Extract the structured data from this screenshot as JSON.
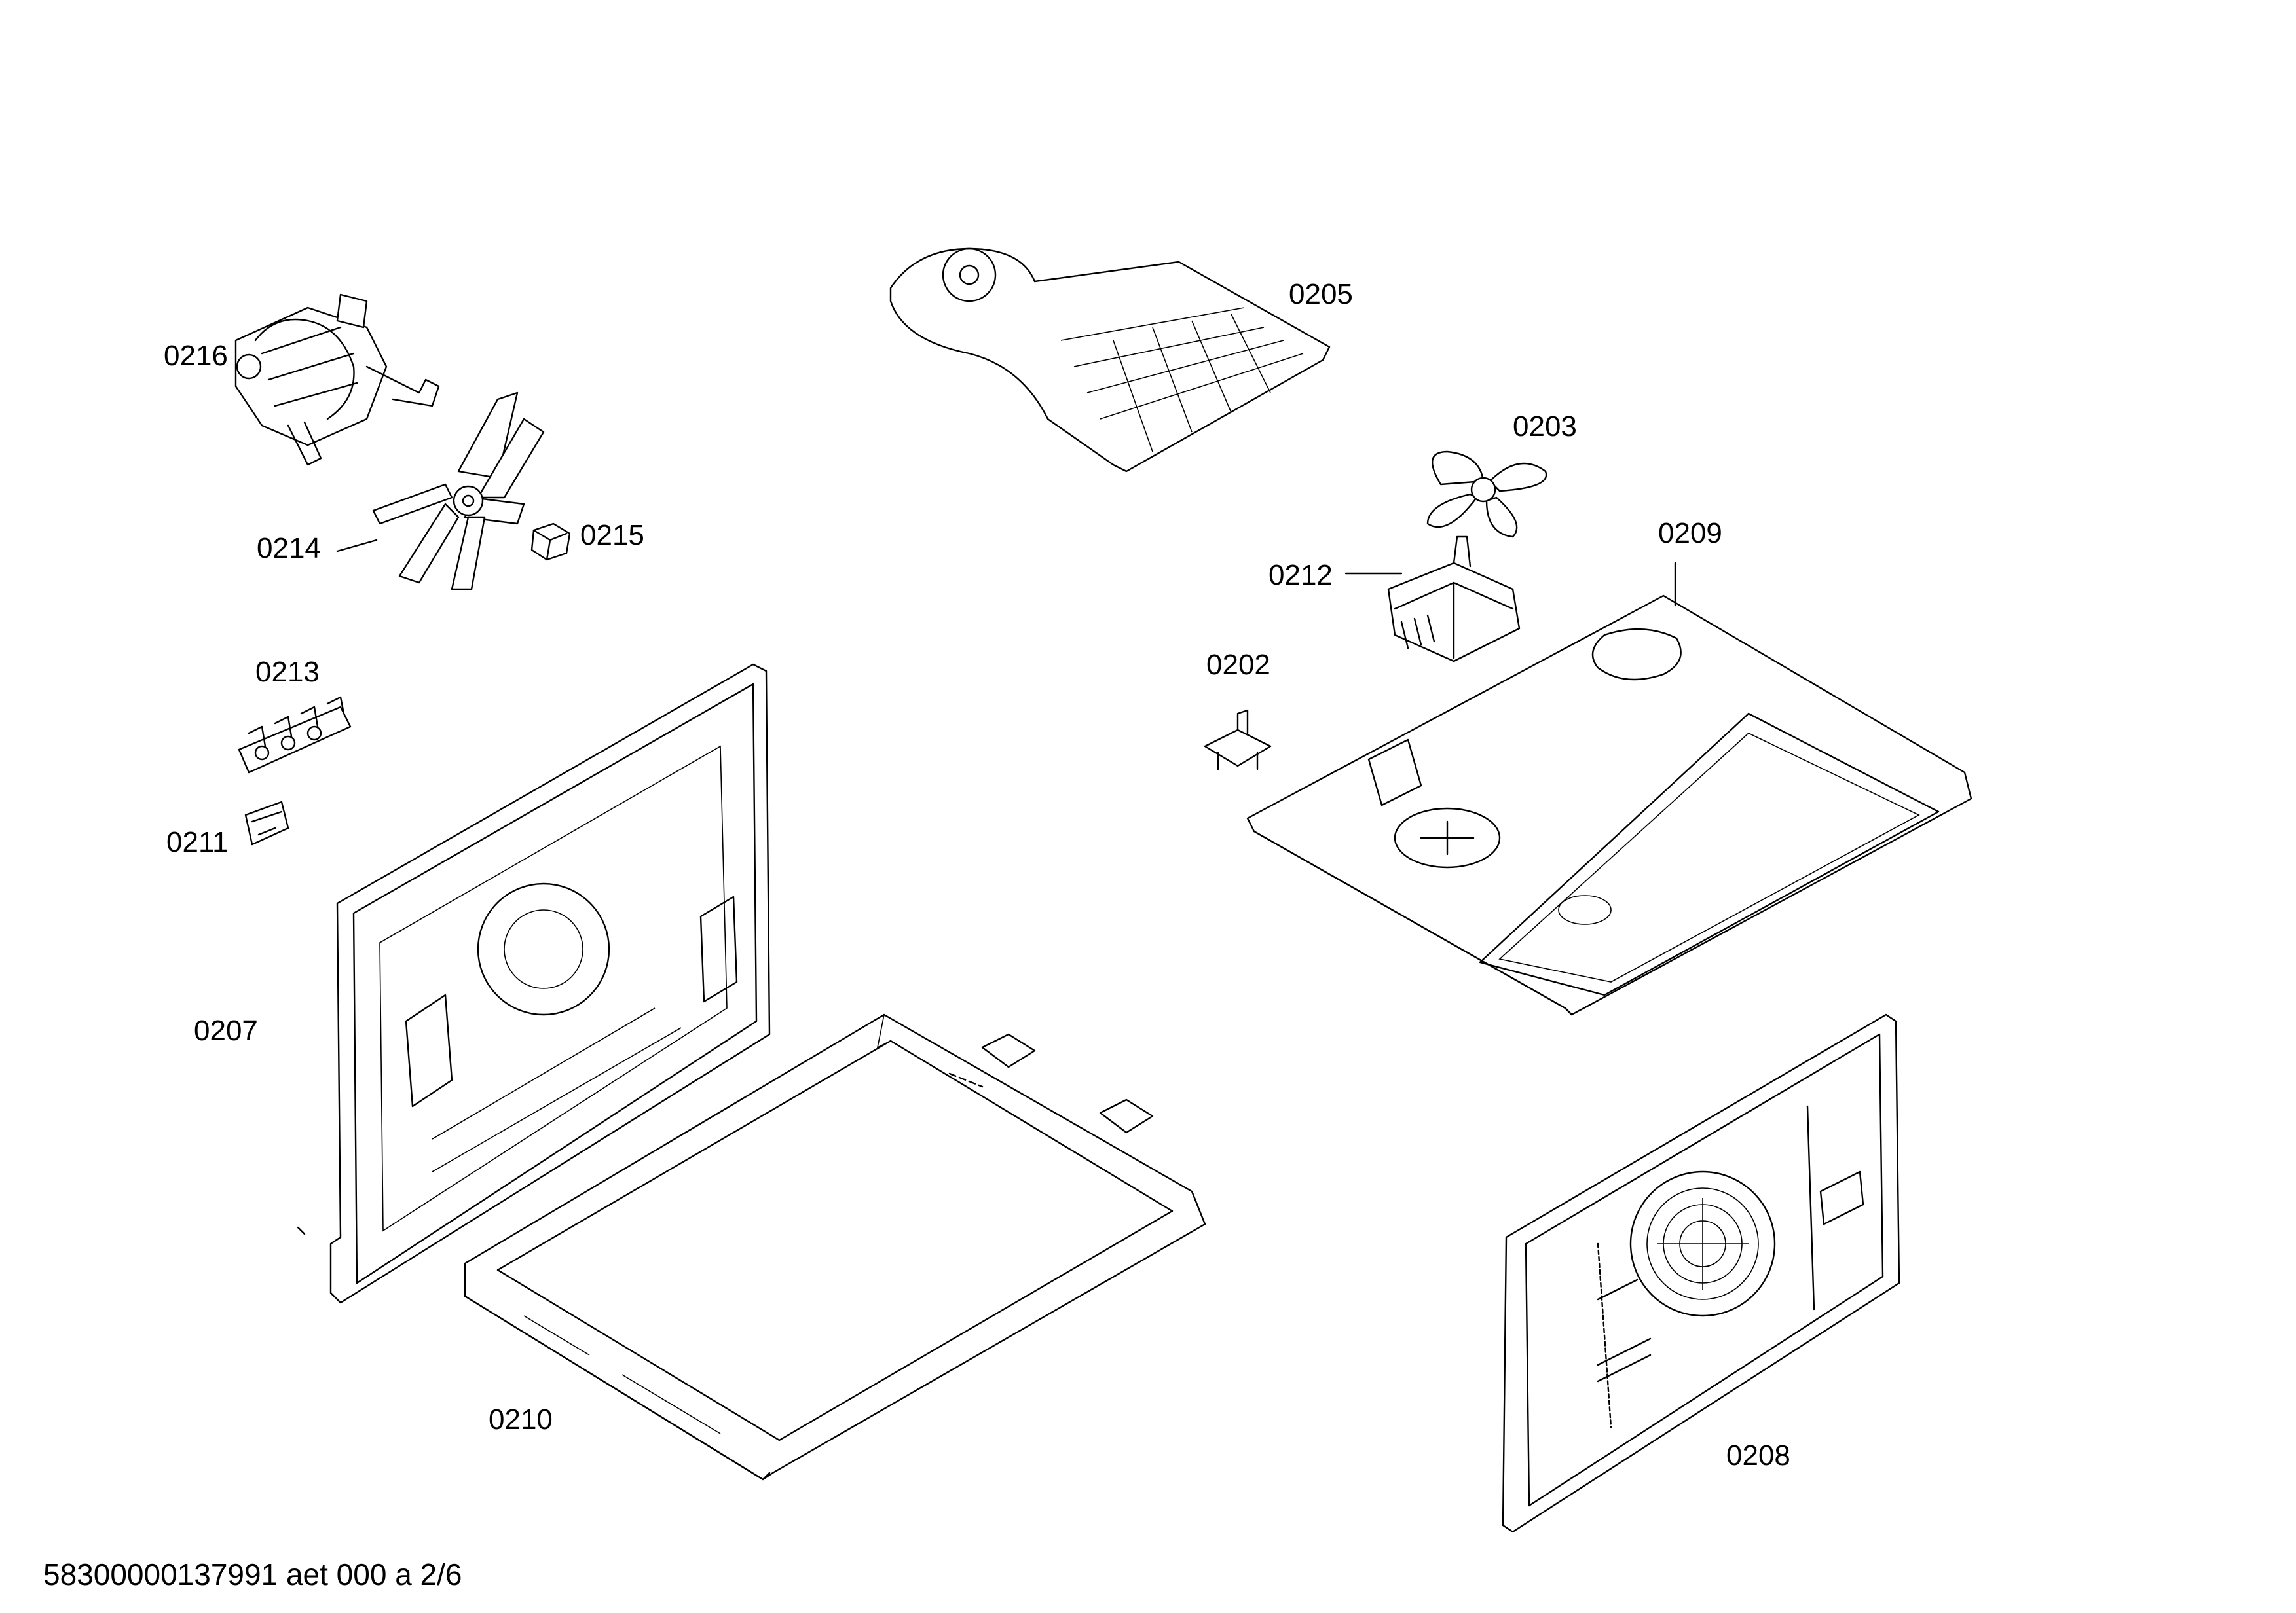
{
  "parts": [
    {
      "id": "part-0216",
      "label": "0216"
    },
    {
      "id": "part-0214",
      "label": "0214"
    },
    {
      "id": "part-0215",
      "label": "0215"
    },
    {
      "id": "part-0213",
      "label": "0213"
    },
    {
      "id": "part-0211",
      "label": "0211"
    },
    {
      "id": "part-0207",
      "label": "0207"
    },
    {
      "id": "part-0210",
      "label": "0210"
    },
    {
      "id": "part-0205",
      "label": "0205"
    },
    {
      "id": "part-0203",
      "label": "0203"
    },
    {
      "id": "part-0212",
      "label": "0212"
    },
    {
      "id": "part-0209",
      "label": "0209"
    },
    {
      "id": "part-0202",
      "label": "0202"
    },
    {
      "id": "part-0208",
      "label": "0208"
    }
  ],
  "footer": {
    "text": "58300000137991 aet 000 a 2/6"
  }
}
